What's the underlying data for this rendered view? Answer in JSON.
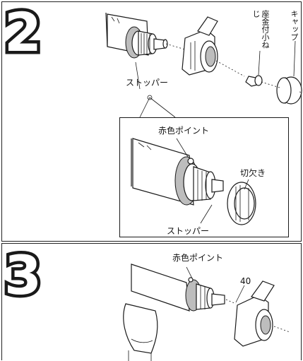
{
  "step2": {
    "number": "2",
    "label_cap": "キャップ",
    "label_screw": "座金付小ねじ",
    "label_stopper": "ストッパー",
    "detail": {
      "label_red_point": "赤色ポイント",
      "label_notch": "切欠き",
      "label_stopper": "ストッパー"
    }
  },
  "step3": {
    "number": "3",
    "label_red_point": "赤色ポイント",
    "label_40": "40"
  }
}
